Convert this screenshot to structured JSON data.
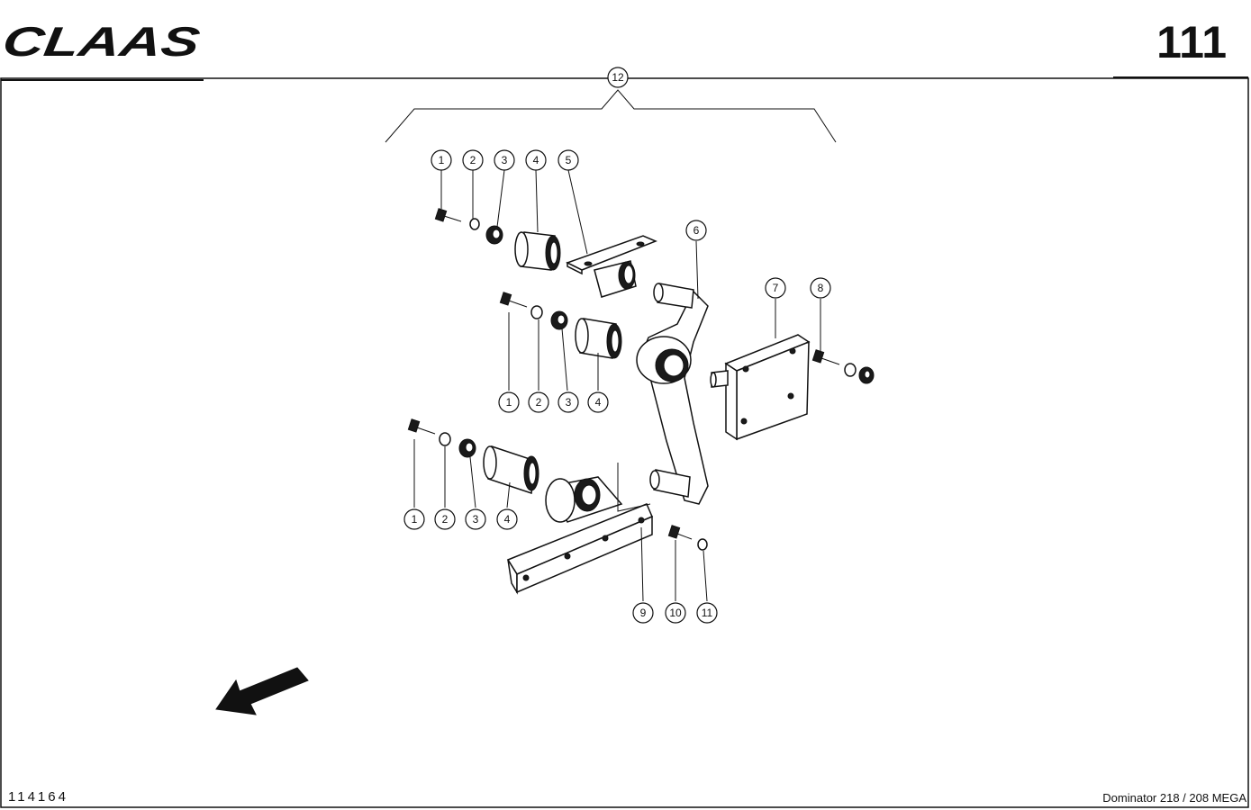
{
  "header": {
    "logo_text": "CLAAS",
    "page_number": "111"
  },
  "footer": {
    "drawing_number": "114164",
    "model": "Dominator 218 / 208 MEGA"
  },
  "callouts": [
    {
      "label": "12"
    },
    {
      "label": "1"
    },
    {
      "label": "2"
    },
    {
      "label": "3"
    },
    {
      "label": "4"
    },
    {
      "label": "5"
    },
    {
      "label": "6"
    },
    {
      "label": "7"
    },
    {
      "label": "8"
    },
    {
      "label": "1"
    },
    {
      "label": "2"
    },
    {
      "label": "3"
    },
    {
      "label": "4"
    },
    {
      "label": "1"
    },
    {
      "label": "2"
    },
    {
      "label": "3"
    },
    {
      "label": "4"
    },
    {
      "label": "9"
    },
    {
      "label": "10"
    },
    {
      "label": "11"
    }
  ]
}
